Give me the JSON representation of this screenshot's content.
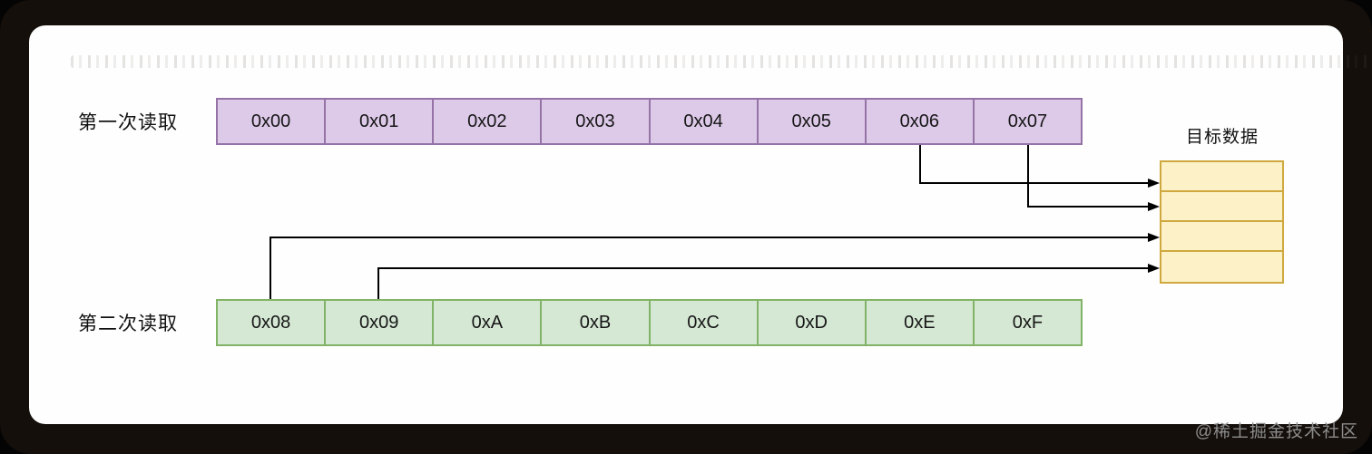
{
  "diagram": {
    "rows": [
      {
        "label": "第一次读取",
        "cells": [
          "0x00",
          "0x01",
          "0x02",
          "0x03",
          "0x04",
          "0x05",
          "0x06",
          "0x07"
        ],
        "fill": "#DDCAE9",
        "border": "#9673A6"
      },
      {
        "label": "第二次读取",
        "cells": [
          "0x08",
          "0x09",
          "0xA",
          "0xB",
          "0xC",
          "0xD",
          "0xE",
          "0xF"
        ],
        "fill": "#D5E8D4",
        "border": "#82B366"
      }
    ],
    "target": {
      "label": "目标数据",
      "slots": 4,
      "fill": "#FCF1C7",
      "border": "#CFA940"
    },
    "arrows": [
      {
        "from_row": 0,
        "from_cell": "0x06",
        "to_slot": 0
      },
      {
        "from_row": 0,
        "from_cell": "0x07",
        "to_slot": 1
      },
      {
        "from_row": 1,
        "from_cell": "0x08",
        "to_slot": 2
      },
      {
        "from_row": 1,
        "from_cell": "0x09",
        "to_slot": 3
      }
    ],
    "arrow_color": "#000000"
  },
  "watermark": "@稀土掘金技术社区"
}
